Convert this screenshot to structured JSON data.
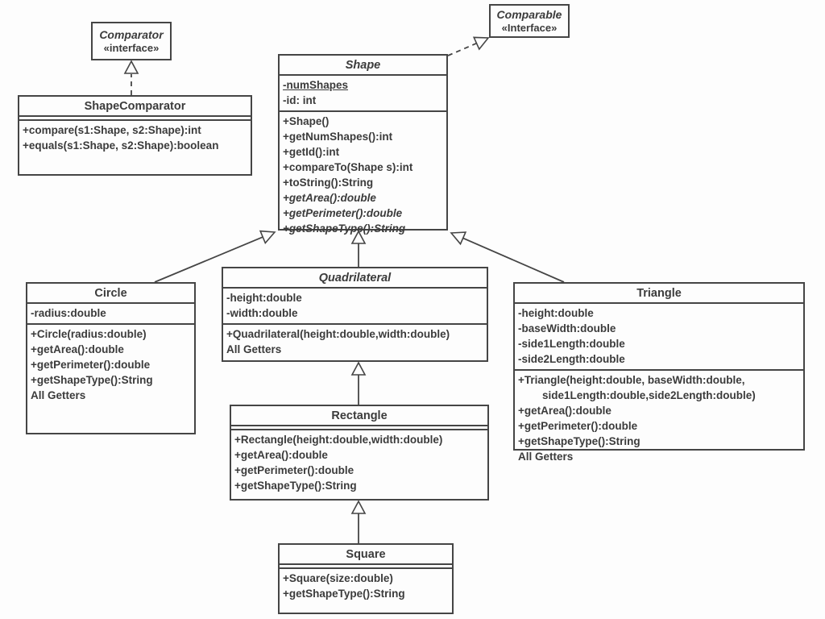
{
  "colors": {
    "ink": "#454545",
    "background": "#fdfdfd"
  },
  "interfaces": {
    "comparator": {
      "name": "Comparator",
      "stereotype": "«interface»"
    },
    "comparable": {
      "name": "Comparable",
      "stereotype": "«Interface»"
    }
  },
  "classes": {
    "shapeComparator": {
      "name": "ShapeComparator",
      "methods": [
        "+compare(s1:Shape, s2:Shape):int",
        "+equals(s1:Shape, s2:Shape):boolean"
      ]
    },
    "shape": {
      "name": "Shape",
      "attributes": [
        "-numShapes",
        "-id: int"
      ],
      "methods": [
        "+Shape()",
        "+getNumShapes():int",
        "+getId():int",
        "+compareTo(Shape s):int",
        "+toString():String",
        "+getArea():double",
        "+getPerimeter():double",
        "+getShapeType():String"
      ]
    },
    "circle": {
      "name": "Circle",
      "attributes": [
        "-radius:double"
      ],
      "methods": [
        "+Circle(radius:double)",
        "+getArea():double",
        "+getPerimeter():double",
        "+getShapeType():String",
        "All Getters"
      ]
    },
    "quadrilateral": {
      "name": "Quadrilateral",
      "attributes": [
        "-height:double",
        "-width:double"
      ],
      "methods": [
        "+Quadrilateral(height:double,width:double)",
        "All Getters"
      ]
    },
    "triangle": {
      "name": "Triangle",
      "attributes": [
        "-height:double",
        "-baseWidth:double",
        "-side1Length:double",
        "-side2Length:double"
      ],
      "methods": [
        "+Triangle(height:double, baseWidth:double,",
        "side1Length:double,side2Length:double)",
        "+getArea():double",
        "+getPerimeter():double",
        "+getShapeType():String",
        "All Getters"
      ]
    },
    "rectangle": {
      "name": "Rectangle",
      "methods": [
        "+Rectangle(height:double,width:double)",
        "+getArea():double",
        "+getPerimeter():double",
        "+getShapeType():String"
      ]
    },
    "square": {
      "name": "Square",
      "methods": [
        "+Square(size:double)",
        "+getShapeType():String"
      ]
    }
  }
}
